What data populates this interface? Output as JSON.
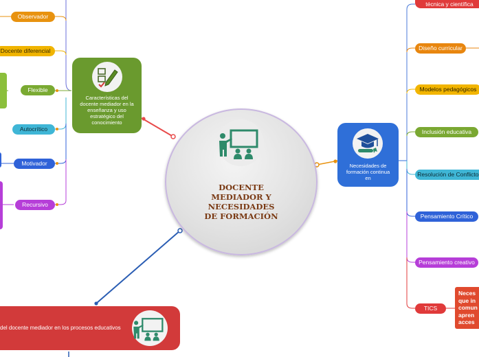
{
  "center": {
    "title_lines": [
      "DOCENTE",
      "MEDIADOR Y",
      "NECESIDADES",
      "DE FORMACIÓN"
    ]
  },
  "left_hub": {
    "label": "Características del docente mediador en la enseñanza y uso estratégico del conocimiento",
    "icon": "checklist-pencil-icon",
    "color": "#6a9a2e"
  },
  "right_hub": {
    "label": "Necesidades de formación continua en",
    "icon": "graduation-cap-diploma-icon",
    "color": "#2f6fd8"
  },
  "bottom_hub": {
    "label": "del docente mediador en los procesos educativos",
    "icon": "teacher-classroom-icon",
    "color": "#d23a3a"
  },
  "left_items": [
    {
      "label": "Observador",
      "color": "#e8920f"
    },
    {
      "label": "Docente diferencial",
      "color": "#f0b400"
    },
    {
      "label": "Flexible",
      "color": "#7aaa32"
    },
    {
      "label": "Autocrítico",
      "color": "#3fb6d6"
    },
    {
      "label": "Motivador",
      "color": "#2f62d8"
    },
    {
      "label": "Recursivo",
      "color": "#b63ed8"
    }
  ],
  "right_items": [
    {
      "label": "técnica y científica",
      "color": "#e03a3a"
    },
    {
      "label": "Diseño curricular",
      "color": "#e8860f"
    },
    {
      "label": "Modelos pedagógicos",
      "color": "#f2b500"
    },
    {
      "label": "Inclusión educativa",
      "color": "#7aa832"
    },
    {
      "label": "Resolución de Conflictos",
      "color": "#3fb6d6"
    },
    {
      "label": "Pensamiento Crítico",
      "color": "#2f62d8"
    },
    {
      "label": "Pensamiento creativo",
      "color": "#b63ed8"
    },
    {
      "label": "TICS",
      "color": "#e03a3a"
    }
  ],
  "tics_note": {
    "lines": [
      "Neces",
      "que in",
      "comun",
      "apren",
      "acces"
    ],
    "color": "#e04a2e"
  },
  "center_icon": "teacher-classroom-icon"
}
